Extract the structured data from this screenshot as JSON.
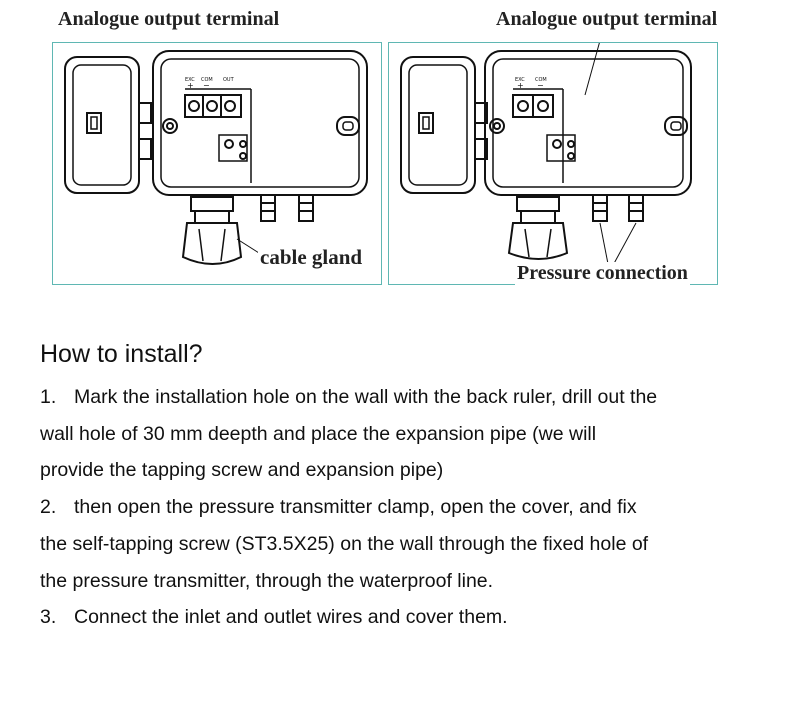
{
  "figure": {
    "left_title": "Analogue output terminal",
    "right_title": "Analogue output terminal",
    "cable_label": "cable gland",
    "pressure_label": "Pressure connection",
    "terminal_marks": {
      "left": [
        "EXC",
        "COM",
        "OUT"
      ],
      "left_signs": [
        "+",
        "−"
      ],
      "right": [
        "EXC",
        "COM"
      ],
      "right_signs": [
        "+",
        "−"
      ]
    }
  },
  "instructions": {
    "heading": "How to install?",
    "lines": [
      {
        "num": "1.",
        "text": "Mark the installation hole on the wall with the back ruler, drill out the"
      },
      {
        "num": "",
        "text": "wall hole of 30 mm deepth and place the expansion pipe (we will"
      },
      {
        "num": "",
        "text": "provide the tapping screw and expansion pipe)"
      },
      {
        "num": "2.",
        "text": "then open the pressure transmitter clamp, open the cover, and fix"
      },
      {
        "num": "",
        "text": "the self-tapping screw (ST3.5X25) on the wall through the fixed hole of"
      },
      {
        "num": "",
        "text": "the pressure transmitter, through the waterproof line."
      },
      {
        "num": "3.",
        "text": "Connect the inlet and outlet wires and cover them."
      }
    ]
  }
}
